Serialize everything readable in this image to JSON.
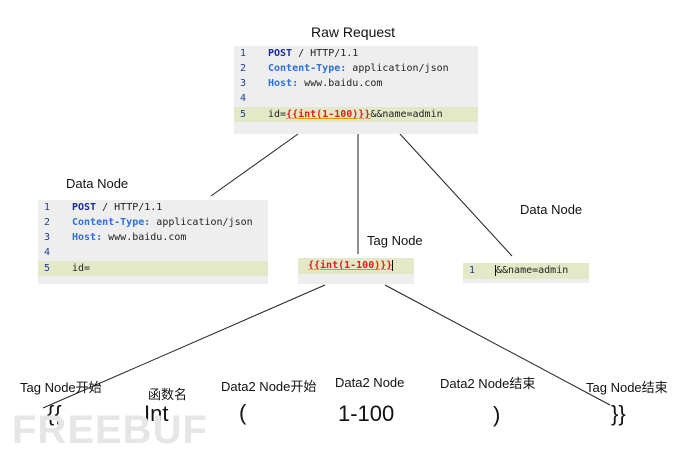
{
  "raw_request": {
    "title": "Raw Request",
    "lines": [
      {
        "num": "1",
        "method": "POST",
        "rest": " / HTTP/1.1"
      },
      {
        "num": "2",
        "key": "Content-Type:",
        "value": " application/json"
      },
      {
        "num": "3",
        "key": "Host:",
        "value": " www.baidu.com"
      },
      {
        "num": "4"
      },
      {
        "num": "5",
        "prefix": "id=",
        "tag": "{{int(1-100)}}",
        "suffix": "&&name=admin"
      }
    ]
  },
  "data_node_left": {
    "title": "Data Node",
    "lines": [
      {
        "num": "1",
        "method": "POST",
        "rest": " / HTTP/1.1"
      },
      {
        "num": "2",
        "key": "Content-Type:",
        "value": " application/json"
      },
      {
        "num": "3",
        "key": "Host:",
        "value": " www.baidu.com"
      },
      {
        "num": "4"
      },
      {
        "num": "5",
        "text": "id="
      }
    ]
  },
  "tag_node": {
    "title": "Tag Node",
    "code": "{{int(1-100)}}"
  },
  "data_node_right": {
    "title": "Data Node",
    "num": "1",
    "text": "&&name=admin"
  },
  "parts": [
    {
      "label": "Tag Node开始",
      "symbol": "{{"
    },
    {
      "label": "函数名",
      "symbol": "Int"
    },
    {
      "label": "Data2 Node开始",
      "symbol": "("
    },
    {
      "label": "Data2 Node",
      "symbol": "1-100"
    },
    {
      "label": "Data2 Node结束",
      "symbol": ")"
    },
    {
      "label": "Tag Node结束",
      "symbol": "}}"
    }
  ],
  "watermark": "FREEBUF"
}
